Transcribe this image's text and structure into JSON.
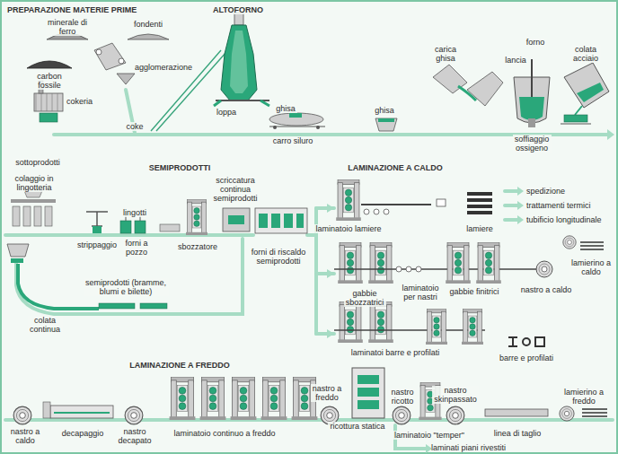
{
  "diagram": {
    "labels": [
      "PREPARAZIONE MATERIE PRIME",
      "ALTOFORNO",
      "minerale di ferro",
      "fondenti",
      "agglomerazione",
      "carbon fossile",
      "cokeria",
      "coke",
      "sottoprodotti",
      "loppa",
      "ghisa",
      "carro siluro",
      "ghisa",
      "carica ghisa",
      "forno",
      "lancia",
      "colata acciaio",
      "soffiaggio ossigeno",
      "SEMIPRODOTTI",
      "colaggio in lingotteria",
      "scriccatura continua semiprodotti",
      "lingotti",
      "strippaggio",
      "forni a pozzo",
      "sbozzatore",
      "forni di riscaldo semiprodotti",
      "semiprodotti (bramme, blumi e bilette)",
      "colata continua",
      "LAMINAZIONE A CALDO",
      "spedizione",
      "trattamenti termici",
      "tubificio longitudinale",
      "laminatoio lamiere",
      "lamiere",
      "gabbie sbozzatrici",
      "laminatoio per nastri",
      "gabbie finitrici",
      "lamierino a caldo",
      "nastro a caldo",
      "laminatoi barre e profilati",
      "barre e profilati",
      "LAMINAZIONE A FREDDO",
      "nastro a freddo",
      "ricottura statica",
      "nastro ricotto",
      "nastro skinpassato",
      "lamierino a freddo",
      "nastro a caldo",
      "decapaggio",
      "nastro decapato",
      "laminatoio continuo a freddo",
      "laminatoio \"temper\"",
      "linea di taglio",
      "laminati piani rivestiti"
    ]
  }
}
